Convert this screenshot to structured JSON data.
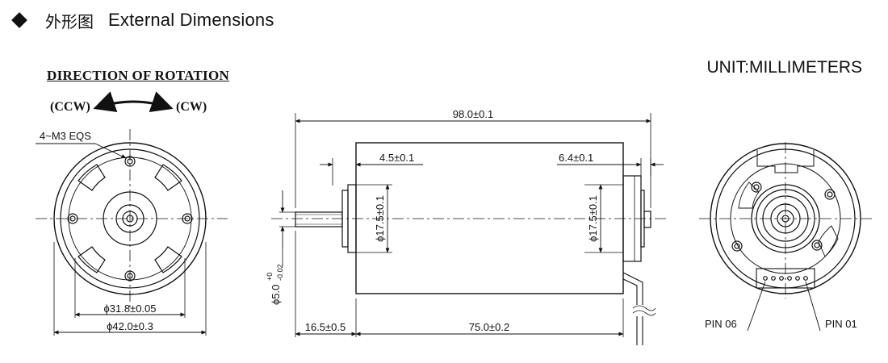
{
  "header": {
    "icon": "diamond-icon",
    "title_cn": "外形图",
    "title_en": "External Dimensions"
  },
  "unit_label": "UNIT:MILLIMETERS",
  "rotation": {
    "title": "DIRECTION OF ROTATION",
    "ccw_label": "(CCW)",
    "cw_label": "(CW)"
  },
  "front_view": {
    "hole_callout": "4~M3 EQS",
    "inner_diameter": "ϕ31.8±0.05",
    "outer_diameter": "ϕ42.0±0.3"
  },
  "side_view": {
    "total_length": "98.0±0.1",
    "front_offset": "4.5±0.1",
    "rear_offset": "6.4±0.1",
    "front_boss": "ϕ17.5±0.1",
    "rear_boss": "ϕ17.5±0.1",
    "shaft_diameter": "ϕ5.0",
    "shaft_tol_upper": "+0",
    "shaft_tol_lower": "-0.02",
    "shaft_length": "16.5±0.5",
    "body_length": "75.0±0.2"
  },
  "rear_view": {
    "pin_left": "PIN 06",
    "pin_right": "PIN 01"
  }
}
